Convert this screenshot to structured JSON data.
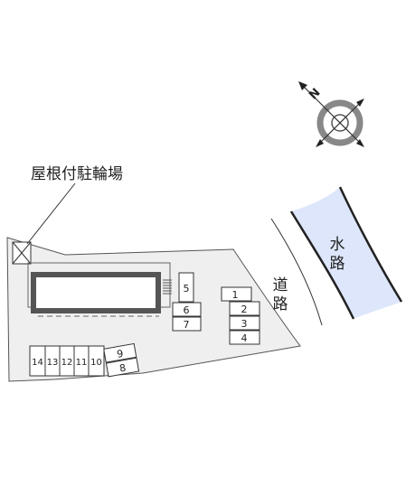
{
  "labels": {
    "bicycle_parking": "屋根付駐輪場",
    "road": [
      "道",
      "路"
    ],
    "waterway": [
      "水",
      "路"
    ],
    "north": "N"
  },
  "parking_spaces": [
    "1",
    "2",
    "3",
    "4",
    "5",
    "6",
    "7",
    "8",
    "9",
    "10",
    "11",
    "12",
    "13",
    "14"
  ],
  "colors": {
    "lot_fill": "#efefef",
    "water_fill": "#dde6fb",
    "outline": "#444444",
    "building_fill": "#555555",
    "compass_gray": "#888888"
  }
}
